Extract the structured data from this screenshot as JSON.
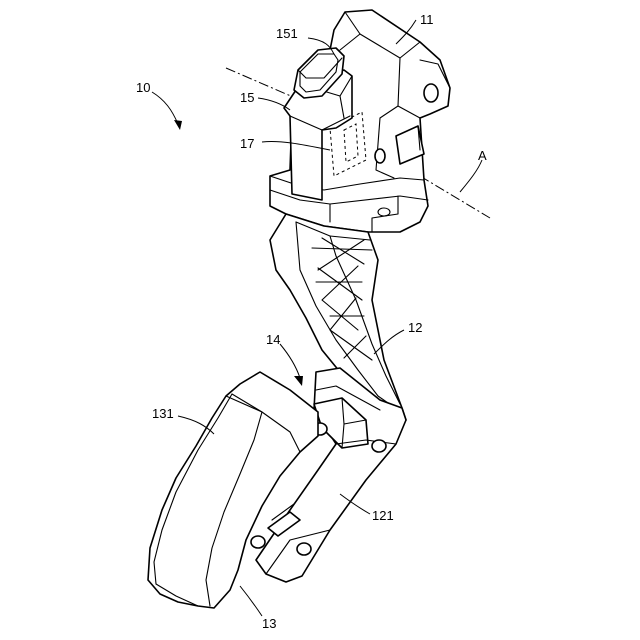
{
  "labels": {
    "l10": "10",
    "l11": "11",
    "l12": "12",
    "l13": "13",
    "l14": "14",
    "l15": "15",
    "l17": "17",
    "l121": "121",
    "l131": "131",
    "l151": "151",
    "lA": "A"
  }
}
